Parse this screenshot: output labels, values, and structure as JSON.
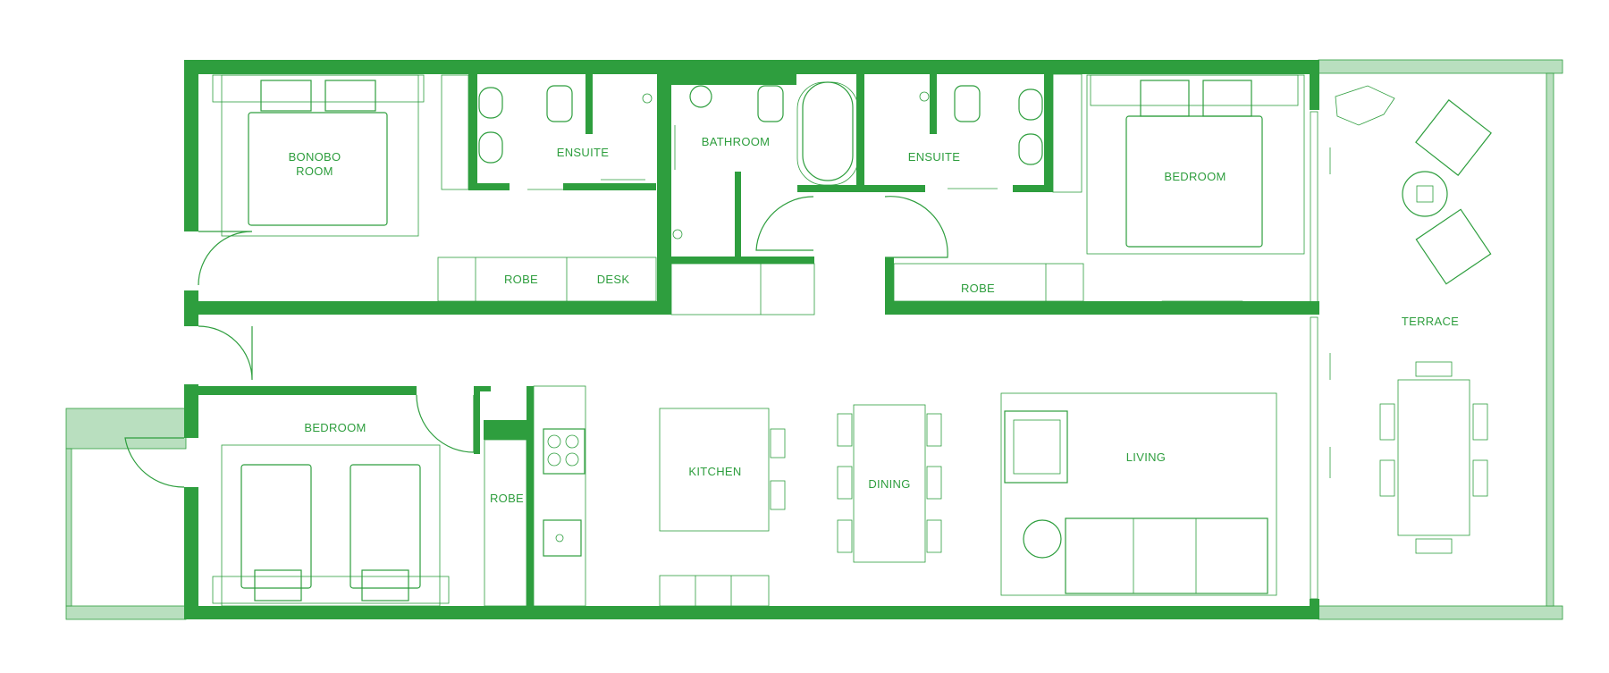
{
  "colors": {
    "wall": "#2e9e3e",
    "pale": "#b9dfbf",
    "background": "#ffffff"
  },
  "rooms": {
    "bonobo_line1": "BONOBO",
    "bonobo_line2": "ROOM",
    "ensuite_left": "ENSUITE",
    "bathroom": "BATHROOM",
    "ensuite_right": "ENSUITE",
    "bedroom_right": "BEDROOM",
    "robe_top_left": "ROBE",
    "desk": "DESK",
    "robe_top_right": "ROBE",
    "terrace": "TERRACE",
    "bedroom_left": "BEDROOM",
    "robe_lower": "ROBE",
    "kitchen": "KITCHEN",
    "dining": "DINING",
    "living": "LIVING"
  }
}
